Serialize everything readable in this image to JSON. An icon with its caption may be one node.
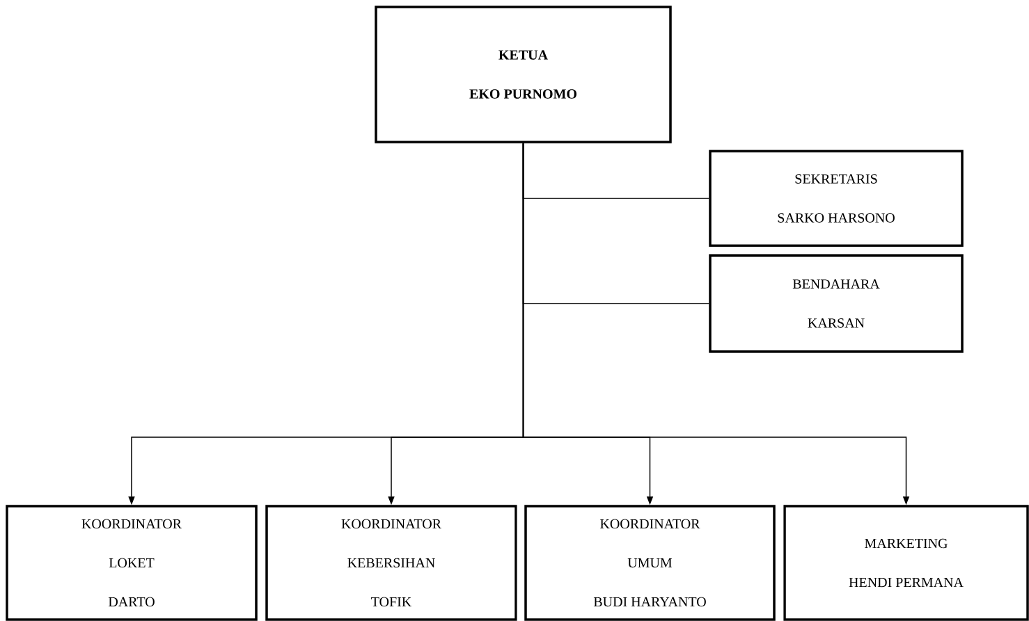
{
  "diagram": {
    "nodes": [
      {
        "text": [
          "KETUA",
          "EKO PURNOMO"
        ]
      },
      {
        "text": [
          "SEKRETARIS",
          "SARKO HARSONO"
        ]
      },
      {
        "text": [
          "BENDAHARA",
          "KARSAN"
        ]
      },
      {
        "text": [
          "KOORDINATOR",
          "LOKET",
          "DARTO"
        ]
      },
      {
        "text": [
          "KOORDINATOR",
          "KEBERSIHAN",
          "TOFIK"
        ]
      },
      {
        "text": [
          "KOORDINATOR",
          "UMUM",
          "BUDI HARYANTO"
        ]
      },
      {
        "text": [
          "MARKETING",
          "HENDI PERMANA"
        ]
      }
    ],
    "edges": [
      {
        "from": 0,
        "to": 1,
        "arrow": "none"
      },
      {
        "from": 0,
        "to": 2,
        "arrow": "none"
      },
      {
        "from": 0,
        "to": 3,
        "arrow": "to"
      },
      {
        "from": 0,
        "to": 4,
        "arrow": "to"
      },
      {
        "from": 0,
        "to": 5,
        "arrow": "to"
      },
      {
        "from": 0,
        "to": 6,
        "arrow": "to"
      }
    ]
  }
}
